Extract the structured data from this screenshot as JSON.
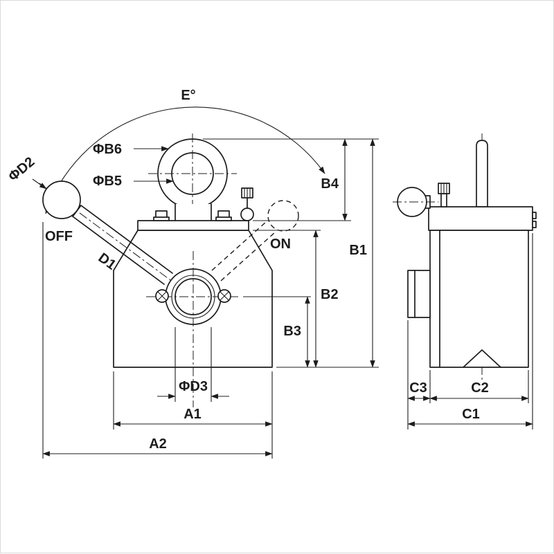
{
  "labels": {
    "e_angle": "E°",
    "phi_b6": "ΦB6",
    "phi_b5": "ΦB5",
    "phi_d2": "ΦD2",
    "off": "OFF",
    "on": "ON",
    "d1": "D1",
    "b4": "B4",
    "b1": "B1",
    "b2": "B2",
    "b3": "B3",
    "phi_d3": "ΦD3",
    "a1": "A1",
    "a2": "A2",
    "c3": "C3",
    "c2": "C2",
    "c1": "C1"
  },
  "colors": {
    "line": "#1c1c1c",
    "background": "#ffffff"
  }
}
